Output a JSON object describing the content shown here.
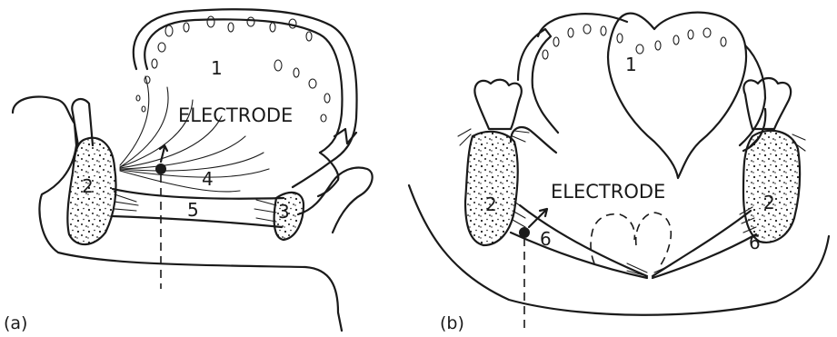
{
  "panel_a": {
    "label": "(a)",
    "electrode_label": "ELECTRODE",
    "structures": [
      "1",
      "2",
      "3",
      "4",
      "5"
    ]
  },
  "panel_b": {
    "label": "(b)",
    "electrode_label": "ELECTRODE",
    "structures": [
      "1",
      "2",
      "2",
      "6",
      "6"
    ]
  }
}
